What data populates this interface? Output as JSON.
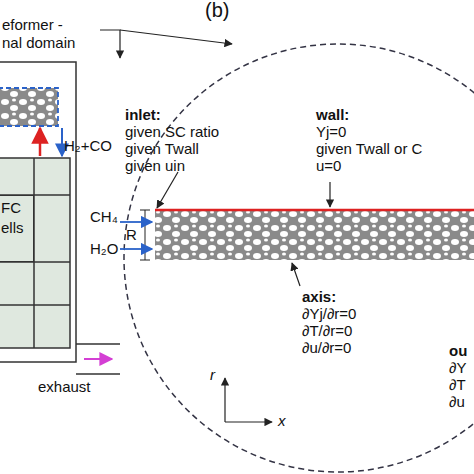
{
  "diagram": {
    "nodes": [
      {
        "text": [
          "FC ells"
        ]
      }
    ],
    "labels": [
      "(b)",
      "eformer -",
      "nal domain",
      "H₂+CO",
      "exhaust",
      "inlet:",
      "given SC ratio",
      "given Twall",
      "given uin",
      "wall:",
      "Yj=0",
      "given Twall or C",
      "u=0",
      "CH₄",
      "H₂O",
      "R",
      "axis:",
      "∂Yj/∂r=0",
      "∂T/∂r=0",
      "∂u/∂r=0",
      "ou",
      "∂Y",
      "∂T",
      "∂u",
      "r",
      "x"
    ]
  }
}
